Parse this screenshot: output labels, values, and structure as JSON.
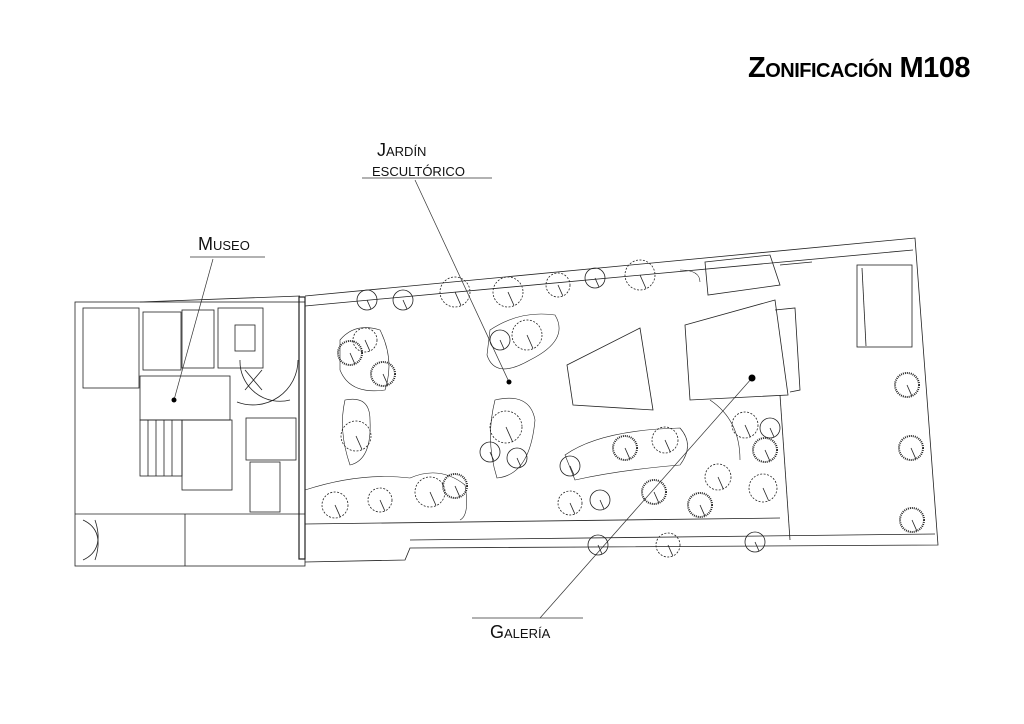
{
  "title": "Zonificación M108",
  "zones": {
    "garden": {
      "line1": "Jardín",
      "line2": "escultórico"
    },
    "museum": "Museo",
    "gallery": "Galería"
  },
  "colors": {
    "ink": "#222222",
    "background": "#ffffff"
  }
}
